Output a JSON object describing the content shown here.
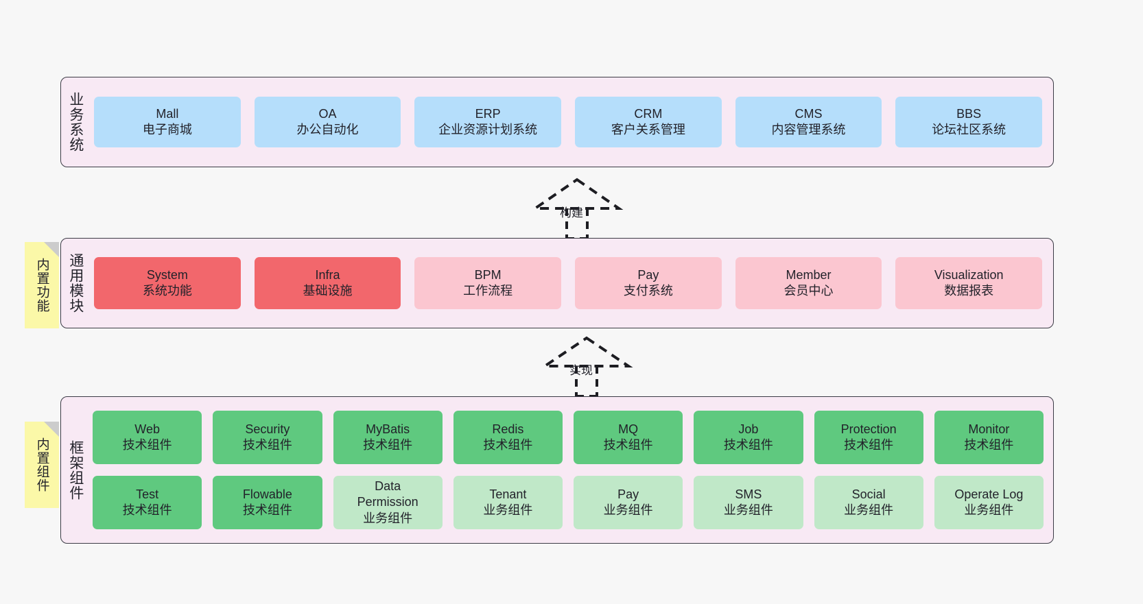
{
  "theme": {
    "background": "#f7f7f7",
    "layer_fill": "#f8e9f4",
    "layer_border": "#3b3b45",
    "note_fill": "#fbf8a8",
    "note_fold": "#cccccc",
    "blue": "#b5defb",
    "red": "#f2676c",
    "pink": "#fbc6d0",
    "green": "#5fc97f",
    "green_light": "#c0e8c8"
  },
  "layers": [
    {
      "id": "business-system",
      "title": "业务系统",
      "note": null,
      "rows": [
        [
          {
            "en": "Mall",
            "cn": "电子商城",
            "color": "blue"
          },
          {
            "en": "OA",
            "cn": "办公自动化",
            "color": "blue"
          },
          {
            "en": "ERP",
            "cn": "企业资源计划系统",
            "color": "blue"
          },
          {
            "en": "CRM",
            "cn": "客户关系管理",
            "color": "blue"
          },
          {
            "en": "CMS",
            "cn": "内容管理系统",
            "color": "blue"
          },
          {
            "en": "BBS",
            "cn": "论坛社区系统",
            "color": "blue"
          }
        ]
      ]
    },
    {
      "id": "common-module",
      "title": "通用模块",
      "note": "内置功能",
      "rows": [
        [
          {
            "en": "System",
            "cn": "系统功能",
            "color": "red"
          },
          {
            "en": "Infra",
            "cn": "基础设施",
            "color": "red"
          },
          {
            "en": "BPM",
            "cn": "工作流程",
            "color": "pink"
          },
          {
            "en": "Pay",
            "cn": "支付系统",
            "color": "pink"
          },
          {
            "en": "Member",
            "cn": "会员中心",
            "color": "pink"
          },
          {
            "en": "Visualization",
            "cn": "数据报表",
            "color": "pink"
          }
        ]
      ]
    },
    {
      "id": "framework-component",
      "title": "框架组件",
      "note": "内置组件",
      "rows": [
        [
          {
            "en": "Web",
            "cn": "技术组件",
            "color": "green"
          },
          {
            "en": "Security",
            "cn": "技术组件",
            "color": "green"
          },
          {
            "en": "MyBatis",
            "cn": "技术组件",
            "color": "green"
          },
          {
            "en": "Redis",
            "cn": "技术组件",
            "color": "green"
          },
          {
            "en": "MQ",
            "cn": "技术组件",
            "color": "green"
          },
          {
            "en": "Job",
            "cn": "技术组件",
            "color": "green"
          },
          {
            "en": "Protection",
            "cn": "技术组件",
            "color": "green"
          },
          {
            "en": "Monitor",
            "cn": "技术组件",
            "color": "green"
          }
        ],
        [
          {
            "en": "Test",
            "cn": "技术组件",
            "color": "green"
          },
          {
            "en": "Flowable",
            "cn": "技术组件",
            "color": "green"
          },
          {
            "en": "Data Permission",
            "cn": "业务组件",
            "color": "green_light"
          },
          {
            "en": "Tenant",
            "cn": "业务组件",
            "color": "green_light"
          },
          {
            "en": "Pay",
            "cn": "业务组件",
            "color": "green_light"
          },
          {
            "en": "SMS",
            "cn": "业务组件",
            "color": "green_light"
          },
          {
            "en": "Social",
            "cn": "业务组件",
            "color": "green_light"
          },
          {
            "en": "Operate Log",
            "cn": "业务组件",
            "color": "green_light"
          }
        ]
      ]
    }
  ],
  "connectors": [
    {
      "id": "build",
      "label": "构建"
    },
    {
      "id": "implement",
      "label": "实现"
    }
  ]
}
